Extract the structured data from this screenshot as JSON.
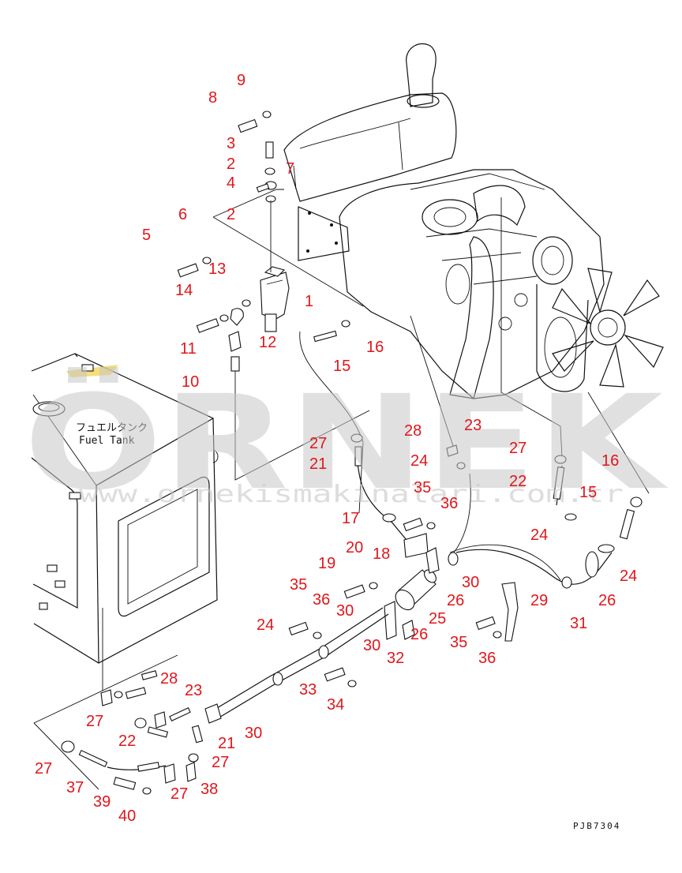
{
  "watermark": {
    "brand": "ÖRNEK",
    "url": "www.ornekismakinalari.com.tr"
  },
  "tank": {
    "label_jp": "フュエルタンク",
    "label_en": "Fuel Tank"
  },
  "reference_code": "PJB7304",
  "callouts": [
    {
      "id": "c9",
      "text": "9"
    },
    {
      "id": "c8",
      "text": "8"
    },
    {
      "id": "c3",
      "text": "3"
    },
    {
      "id": "c2a",
      "text": "2"
    },
    {
      "id": "c7",
      "text": "7"
    },
    {
      "id": "c4",
      "text": "4"
    },
    {
      "id": "c2b",
      "text": "2"
    },
    {
      "id": "c6",
      "text": "6"
    },
    {
      "id": "c5",
      "text": "5"
    },
    {
      "id": "c13",
      "text": "13"
    },
    {
      "id": "c1",
      "text": "1"
    },
    {
      "id": "c14",
      "text": "14"
    },
    {
      "id": "c12",
      "text": "12"
    },
    {
      "id": "c11",
      "text": "11"
    },
    {
      "id": "c16a",
      "text": "16"
    },
    {
      "id": "c15a",
      "text": "15"
    },
    {
      "id": "c10",
      "text": "10"
    },
    {
      "id": "c28a",
      "text": "28"
    },
    {
      "id": "c23a",
      "text": "23"
    },
    {
      "id": "c27a",
      "text": "27"
    },
    {
      "id": "c24a",
      "text": "24"
    },
    {
      "id": "c21a",
      "text": "21"
    },
    {
      "id": "c27b",
      "text": "27"
    },
    {
      "id": "c16b",
      "text": "16"
    },
    {
      "id": "c35a",
      "text": "35"
    },
    {
      "id": "c22a",
      "text": "22"
    },
    {
      "id": "c15b",
      "text": "15"
    },
    {
      "id": "c36a",
      "text": "36"
    },
    {
      "id": "c17",
      "text": "17"
    },
    {
      "id": "c24b",
      "text": "24"
    },
    {
      "id": "c20",
      "text": "20"
    },
    {
      "id": "c18",
      "text": "18"
    },
    {
      "id": "c24c",
      "text": "24"
    },
    {
      "id": "c19",
      "text": "19"
    },
    {
      "id": "c30a",
      "text": "30"
    },
    {
      "id": "c35b",
      "text": "35"
    },
    {
      "id": "c36b",
      "text": "36"
    },
    {
      "id": "c26a",
      "text": "26"
    },
    {
      "id": "c29",
      "text": "29"
    },
    {
      "id": "c26b",
      "text": "26"
    },
    {
      "id": "c30b",
      "text": "30"
    },
    {
      "id": "c25",
      "text": "25"
    },
    {
      "id": "c31",
      "text": "31"
    },
    {
      "id": "c24d",
      "text": "24"
    },
    {
      "id": "c35c",
      "text": "35"
    },
    {
      "id": "c30c",
      "text": "30"
    },
    {
      "id": "c26c",
      "text": "26"
    },
    {
      "id": "c32",
      "text": "32"
    },
    {
      "id": "c36c",
      "text": "36"
    },
    {
      "id": "c28b",
      "text": "28"
    },
    {
      "id": "c33",
      "text": "33"
    },
    {
      "id": "c23b",
      "text": "23"
    },
    {
      "id": "c34",
      "text": "34"
    },
    {
      "id": "c27c",
      "text": "27"
    },
    {
      "id": "c30d",
      "text": "30"
    },
    {
      "id": "c22b",
      "text": "22"
    },
    {
      "id": "c21b",
      "text": "21"
    },
    {
      "id": "c27d",
      "text": "27"
    },
    {
      "id": "c27e",
      "text": "27"
    },
    {
      "id": "c37",
      "text": "37"
    },
    {
      "id": "c27f",
      "text": "27"
    },
    {
      "id": "c38",
      "text": "38"
    },
    {
      "id": "c39",
      "text": "39"
    },
    {
      "id": "c40",
      "text": "40"
    }
  ],
  "colors": {
    "callout": "#e0161b",
    "line": "#111111",
    "watermark": "#c8c8c8",
    "accent": "#f0d040"
  }
}
